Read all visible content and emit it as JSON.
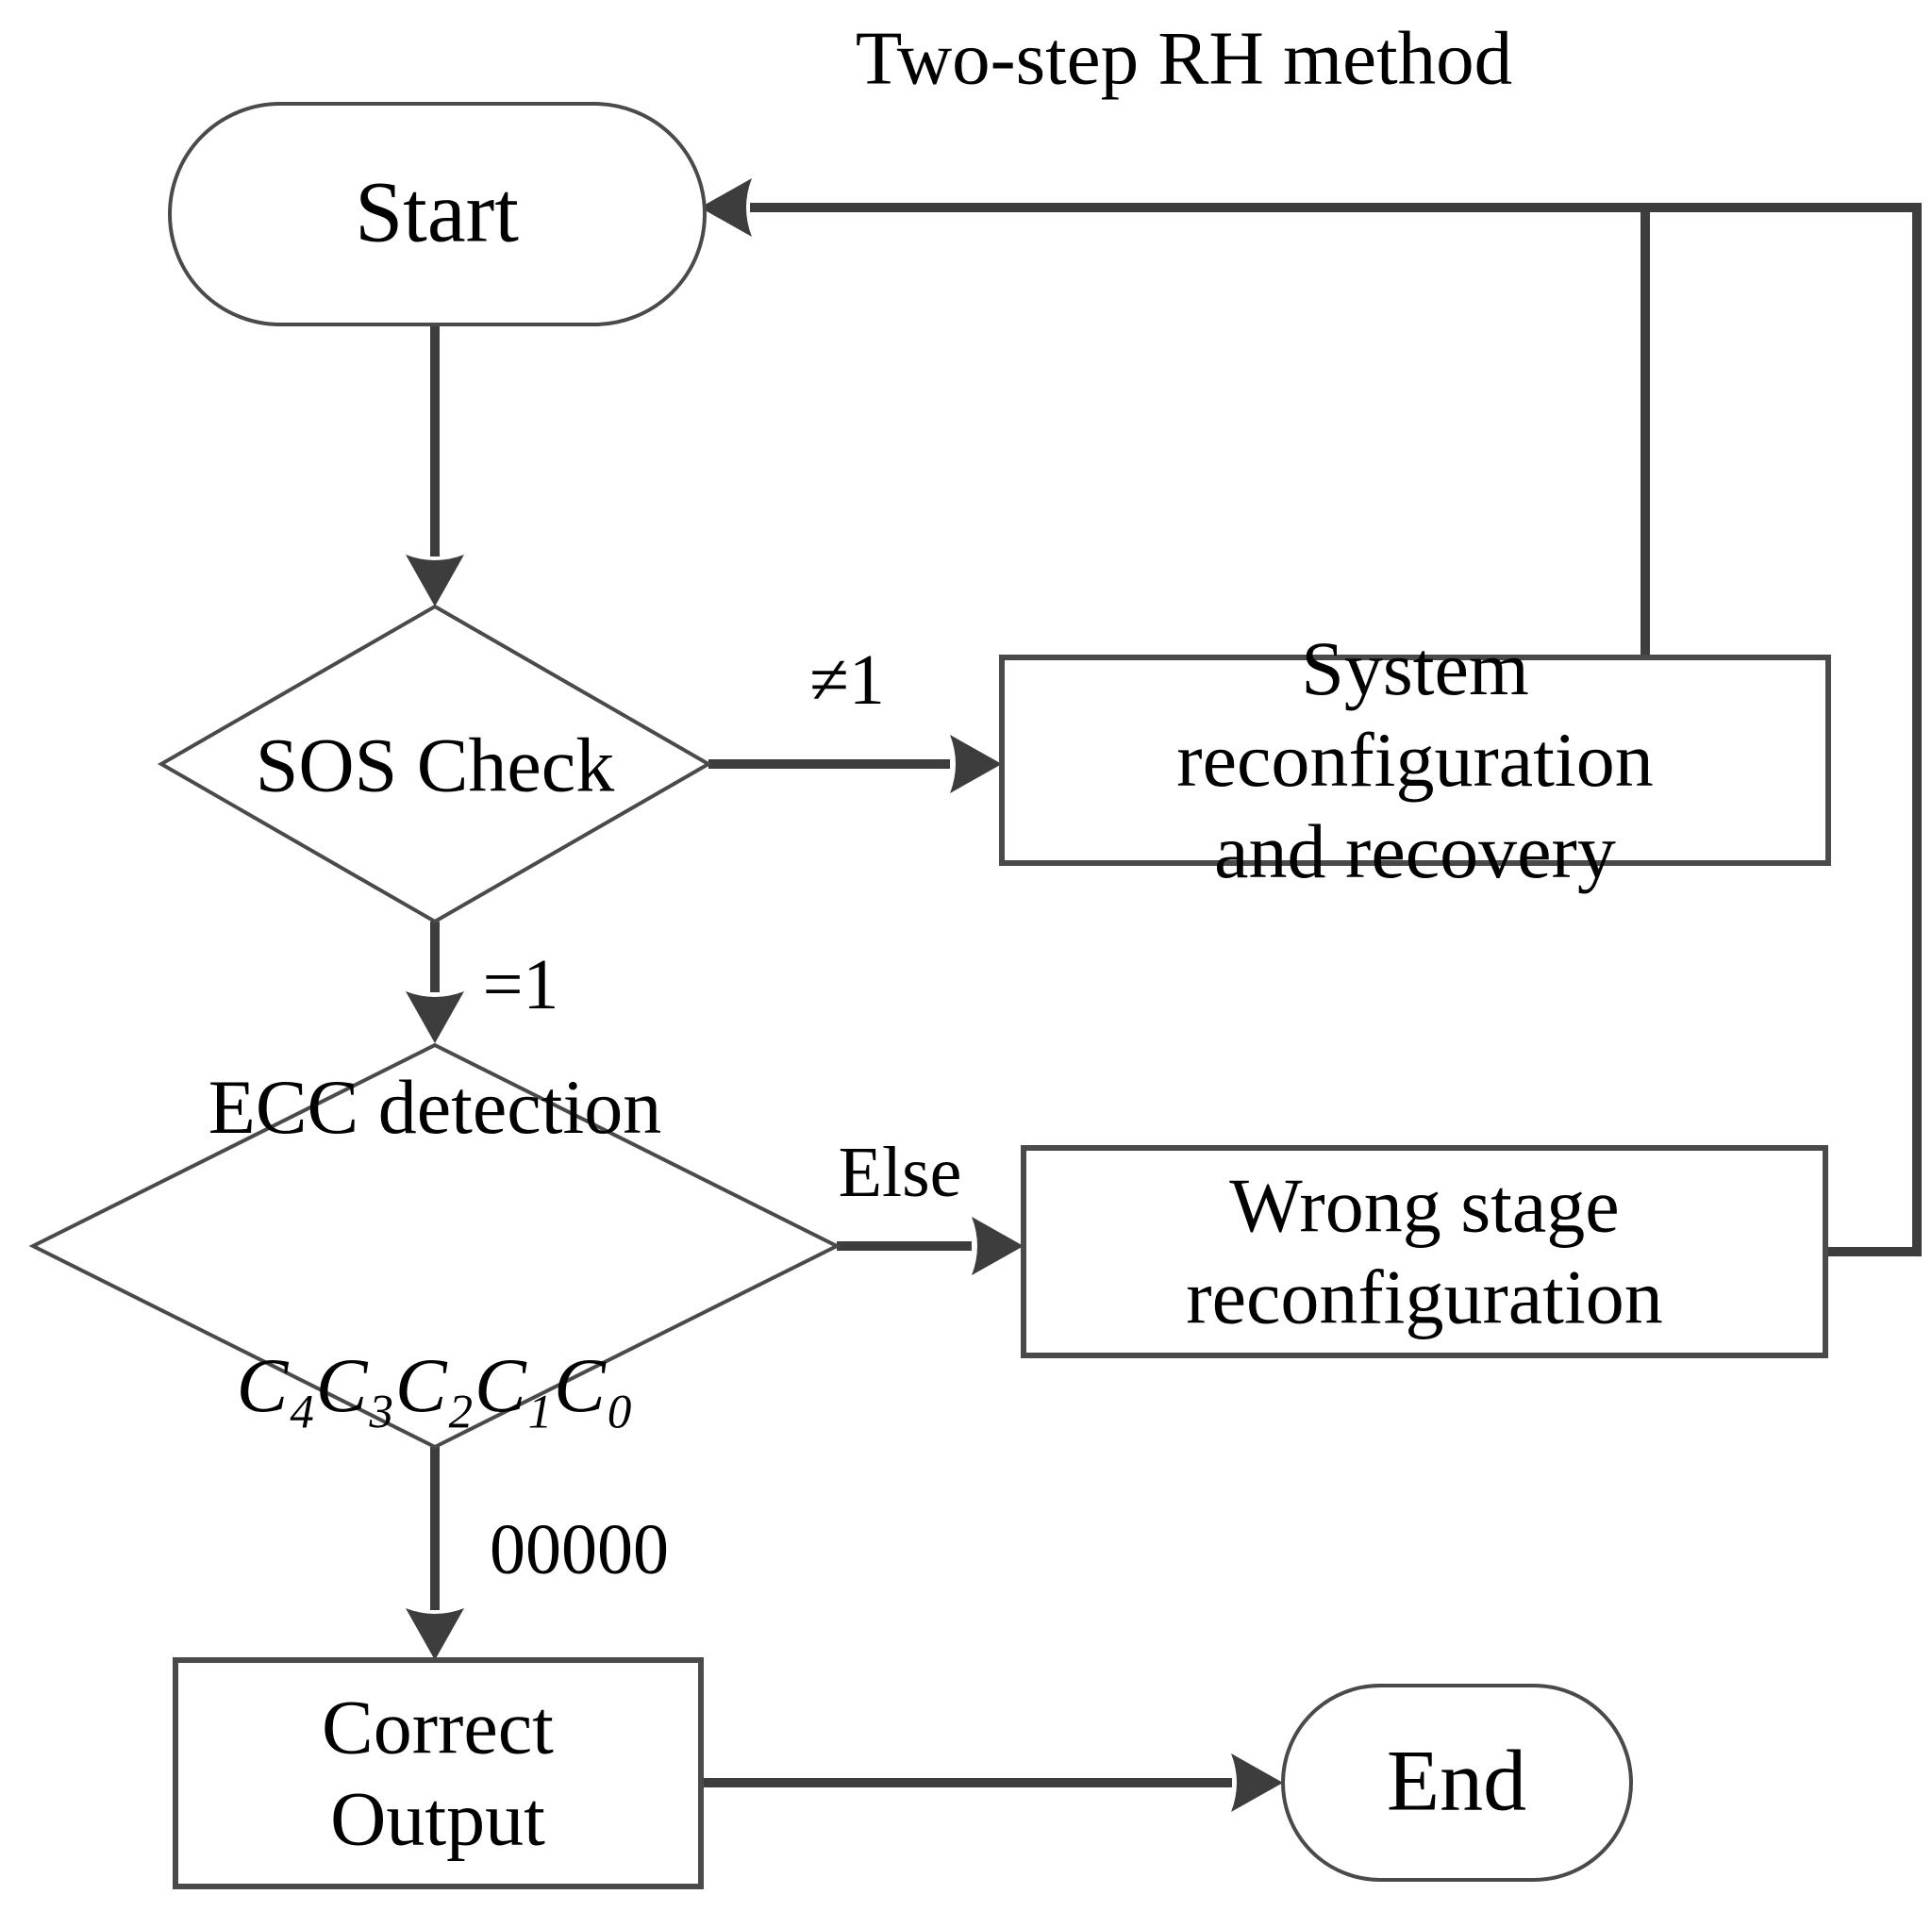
{
  "title": "Two-step RH method",
  "nodes": {
    "start": {
      "type": "terminator",
      "label": "Start"
    },
    "sos_check": {
      "type": "decision",
      "label": "SOS Check"
    },
    "ecc_detection": {
      "type": "decision",
      "label": "ECC detection",
      "formula": [
        {
          "base": "C",
          "sub": "4"
        },
        {
          "base": "C",
          "sub": "3"
        },
        {
          "base": "C",
          "sub": "2"
        },
        {
          "base": "C",
          "sub": "1"
        },
        {
          "base": "C",
          "sub": "0"
        }
      ]
    },
    "system_reconfiguration": {
      "type": "process",
      "label": "System reconfiguration\nand recovery"
    },
    "wrong_stage": {
      "type": "process",
      "label": "Wrong stage\nreconfiguration"
    },
    "correct_output": {
      "type": "process",
      "label": "Correct\nOutput"
    },
    "end": {
      "type": "terminator",
      "label": "End"
    }
  },
  "edge_labels": {
    "not_equal_one": "≠1",
    "equal_one": "=1",
    "else_branch": "Else",
    "all_zeros": "00000"
  },
  "colors": {
    "connector": "#3d3d3d",
    "outline": "#4a4a4a",
    "text": "#000000",
    "background": "#ffffff",
    "node_fill": "#ffffff"
  }
}
